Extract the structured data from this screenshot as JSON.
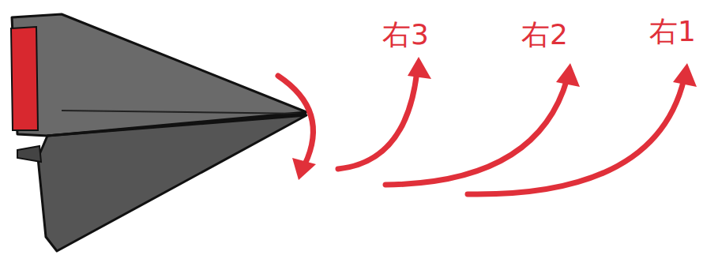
{
  "diagram": {
    "labels": [
      "右3",
      "右2",
      "右1"
    ]
  }
}
